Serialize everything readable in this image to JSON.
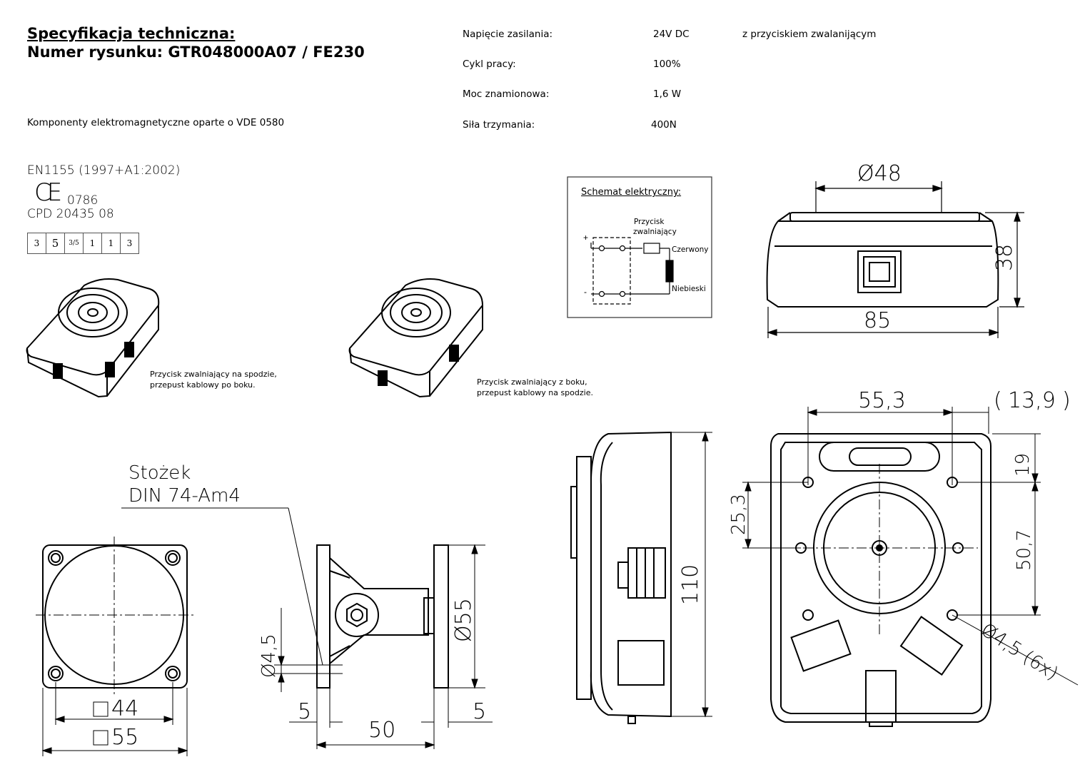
{
  "header": {
    "title_line1": "Specyfikacja techniczna:",
    "title_line2": "Numer rysunku: GTR048000A07 / FE230",
    "components": "Komponenty elektromagnetyczne oparte o VDE 0580"
  },
  "specs": [
    {
      "label": "Napięcie zasilania:",
      "value": "24V DC",
      "note": "z przyciskiem zwalanijącym"
    },
    {
      "label": "Cykl pracy:",
      "value": "100%"
    },
    {
      "label": "Moc znamionowa:",
      "value": "1,6 W"
    },
    {
      "label": "Siła trzymania:",
      "value": "400N"
    }
  ],
  "certification": {
    "standard": "EN1155 (1997+A1:2002)",
    "ce_number": "0786",
    "cpd": "CPD 20435 08",
    "code_cells": [
      "3",
      "5",
      "3/5",
      "1",
      "1",
      "3"
    ]
  },
  "variants": [
    {
      "line1": "Przycisk zwalniający na spodzie,",
      "line2": "przepust kablowy po boku."
    },
    {
      "line1": "Przycisk zwalniający z boku,",
      "line2": "przepust kablowy na spodzie."
    }
  ],
  "schematic": {
    "title": "Schemat elektryczny:",
    "button_label1": "Przycisk",
    "button_label2": "zwalniający",
    "red_wire": "Czerwony",
    "blue_wire": "Niebieski",
    "plus": "+",
    "minus": "-"
  },
  "dimensions": {
    "diameter_top": "Ø48",
    "height_top": "38",
    "width_top": "85",
    "top_55_3": "55,3",
    "top_13_9": "13,9",
    "dim_19": "19",
    "dim_25_3": "25,3",
    "dim_50_7": "50,7",
    "hole_label": "Ø4,5 (6x)",
    "height_side": "110",
    "cone_line1": "Stożek",
    "cone_line2": "DIN 74-Am4",
    "plate_44": "44",
    "plate_55": "55",
    "hole_4_5": "Ø4,5",
    "plate_thick_5a": "5",
    "dist_50": "50",
    "plate_thick_5b": "5",
    "armature_55": "Ø55"
  }
}
